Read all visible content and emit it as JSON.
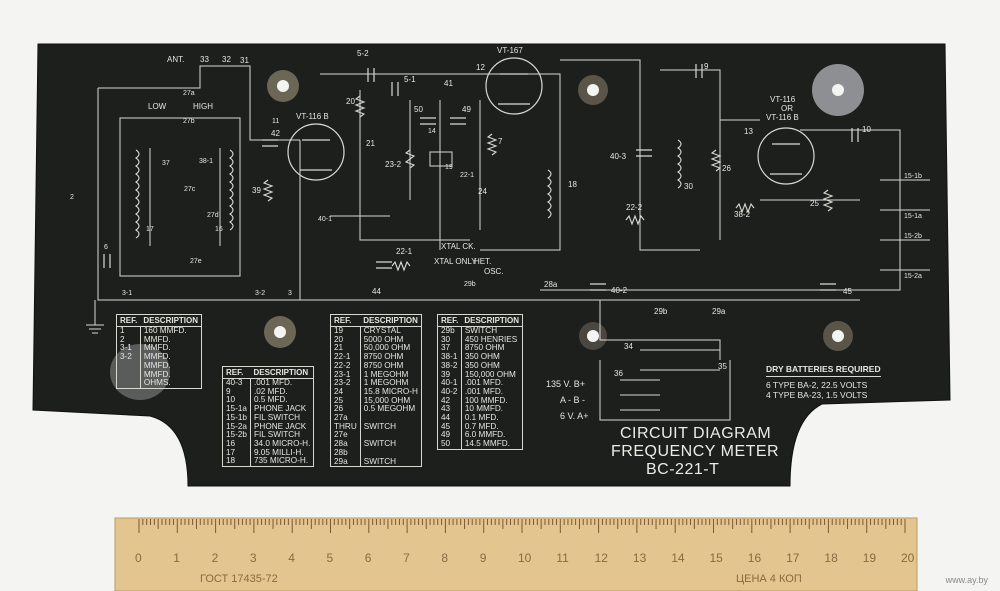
{
  "panel": {
    "title_line1": "CIRCUIT DIAGRAM",
    "title_line2": "FREQUENCY METER",
    "title_line3": "BC-221-T",
    "tubes": [
      "VT-167",
      "VT-116 B",
      "VT-116",
      "OR",
      "VT-116 B"
    ],
    "labels": {
      "ant": "ANT.",
      "n33": "33",
      "n32": "32",
      "n31": "31",
      "low": "LOW",
      "high": "HIGH",
      "n27a": "27a",
      "n27b": "27b",
      "n37": "37",
      "n38_1": "38-1",
      "n17": "17",
      "n16": "16",
      "n2": "2",
      "n6": "6",
      "n3_1": "3-1",
      "n3_2": "3-2",
      "n3": "3",
      "n27c": "27c",
      "n27d": "27d",
      "n27e": "27e",
      "n11": "11",
      "n42": "42",
      "n39": "39",
      "n40_1": "40-1",
      "n20": "20",
      "n21": "21",
      "n5_2": "5-2",
      "n5_1": "5-1",
      "n23_2": "23-2",
      "n50": "50",
      "n49": "49",
      "n14": "14",
      "n19": "19",
      "n22_1": "22-1",
      "n41": "41",
      "n12": "12",
      "n7": "7",
      "n24": "24",
      "n18": "18",
      "n9": "9",
      "n40_3": "40-3",
      "n30": "30",
      "n26": "26",
      "n22_2": "22-2",
      "n38_2": "38-2",
      "n13": "13",
      "n10": "10",
      "n25": "25",
      "n15_1b": "15-1b",
      "n15_1a": "15-1a",
      "n15_2b": "15-2b",
      "n15_2a": "15-2a",
      "n44": "44",
      "n40_2": "40-2",
      "n45": "45",
      "xtal_ck": "XTAL CK.",
      "xtal_only": "XTAL ONLY",
      "het": "HET.",
      "osc": "OSC.",
      "n29b": "29b",
      "n28a": "28a",
      "n29b2": "29b",
      "n29a": "29a",
      "n34": "34",
      "n36": "36",
      "n35": "35",
      "b_plus": "135 V. B+",
      "b_minus": "A - B -",
      "a_plus": "6 V. A+"
    },
    "table1": {
      "headers": [
        "REF.",
        "DESCRIPTION"
      ],
      "rows": [
        [
          "1",
          "160 MMFD."
        ],
        [
          "2",
          "MMFD."
        ],
        [
          "3-1",
          "MMFD."
        ],
        [
          "3-2",
          "MMFD."
        ],
        [
          "",
          "MMFD."
        ],
        [
          "",
          "MMFD."
        ],
        [
          "",
          "OHMS."
        ]
      ]
    },
    "table2": {
      "headers": [
        "REF.",
        "DESCRIPTION"
      ],
      "rows": [
        [
          "40-3",
          ".001 MFD."
        ],
        [
          "9",
          ".02 MFD."
        ],
        [
          "10",
          "0.5 MFD."
        ],
        [
          "15-1a",
          "PHONE JACK"
        ],
        [
          "15-1b",
          "FIL SWITCH"
        ],
        [
          "15-2a",
          "PHONE JACK"
        ],
        [
          "15-2b",
          "FIL SWITCH"
        ],
        [
          "16",
          "34.0 MICRO-H."
        ],
        [
          "17",
          "9.05 MILLI-H."
        ],
        [
          "18",
          "735 MICRO-H."
        ]
      ]
    },
    "table3": {
      "headers": [
        "REF.",
        "DESCRIPTION"
      ],
      "rows": [
        [
          "19",
          "CRYSTAL"
        ],
        [
          "20",
          "5000 OHM"
        ],
        [
          "21",
          "50,000 OHM"
        ],
        [
          "22-1",
          "8750 OHM"
        ],
        [
          "22-2",
          "8750 OHM"
        ],
        [
          "23-1",
          "1 MEGOHM"
        ],
        [
          "23-2",
          "1 MEGOHM"
        ],
        [
          "24",
          "15.8 MICRO-H"
        ],
        [
          "25",
          "15,000 OHM"
        ],
        [
          "26",
          "0.5 MEGOHM"
        ],
        [
          "27a",
          ""
        ],
        [
          "THRU",
          "SWITCH"
        ],
        [
          "27e",
          ""
        ],
        [
          "28a",
          "SWITCH"
        ],
        [
          "28b",
          ""
        ],
        [
          "29a",
          "SWITCH"
        ]
      ]
    },
    "table4": {
      "headers": [
        "REF.",
        "DESCRIPTION"
      ],
      "rows": [
        [
          "29b",
          "SWITCH"
        ],
        [
          "30",
          "450 HENRIES"
        ],
        [
          "37",
          "8750 OHM"
        ],
        [
          "38-1",
          "350 OHM"
        ],
        [
          "38-2",
          "350 OHM"
        ],
        [
          "39",
          "150,000 OHM"
        ],
        [
          "40-1",
          ".001 MFD."
        ],
        [
          "40-2",
          ".001 MFD."
        ],
        [
          "42",
          "100 MMFD."
        ],
        [
          "43",
          "10 MMFD."
        ],
        [
          "44",
          "0.1 MFD."
        ],
        [
          "45",
          "0.7 MFD."
        ],
        [
          "49",
          "6.0 MMFD."
        ],
        [
          "50",
          "14.5 MMFD."
        ]
      ]
    },
    "batteries": {
      "heading": "DRY BATTERIES REQUIRED",
      "line1": "6 TYPE BA-2, 22.5 VOLTS",
      "line2": "4 TYPE BA-23, 1.5 VOLTS"
    }
  },
  "ruler": {
    "marks": [
      "0",
      "1",
      "2",
      "3",
      "4",
      "5",
      "6",
      "7",
      "8",
      "9",
      "10",
      "11",
      "12",
      "13",
      "14",
      "15",
      "16",
      "17",
      "18",
      "19",
      "20"
    ],
    "bottom_text_left": "ГОСТ 17435-72",
    "bottom_text_right": "ЦЕНА 4 КОП"
  },
  "watermark": "www.ay.by",
  "colors": {
    "panel": "#1d1f1c",
    "print": "#e6e6e0",
    "ruler": "#e3c58f",
    "background": "#f4f4f2"
  }
}
